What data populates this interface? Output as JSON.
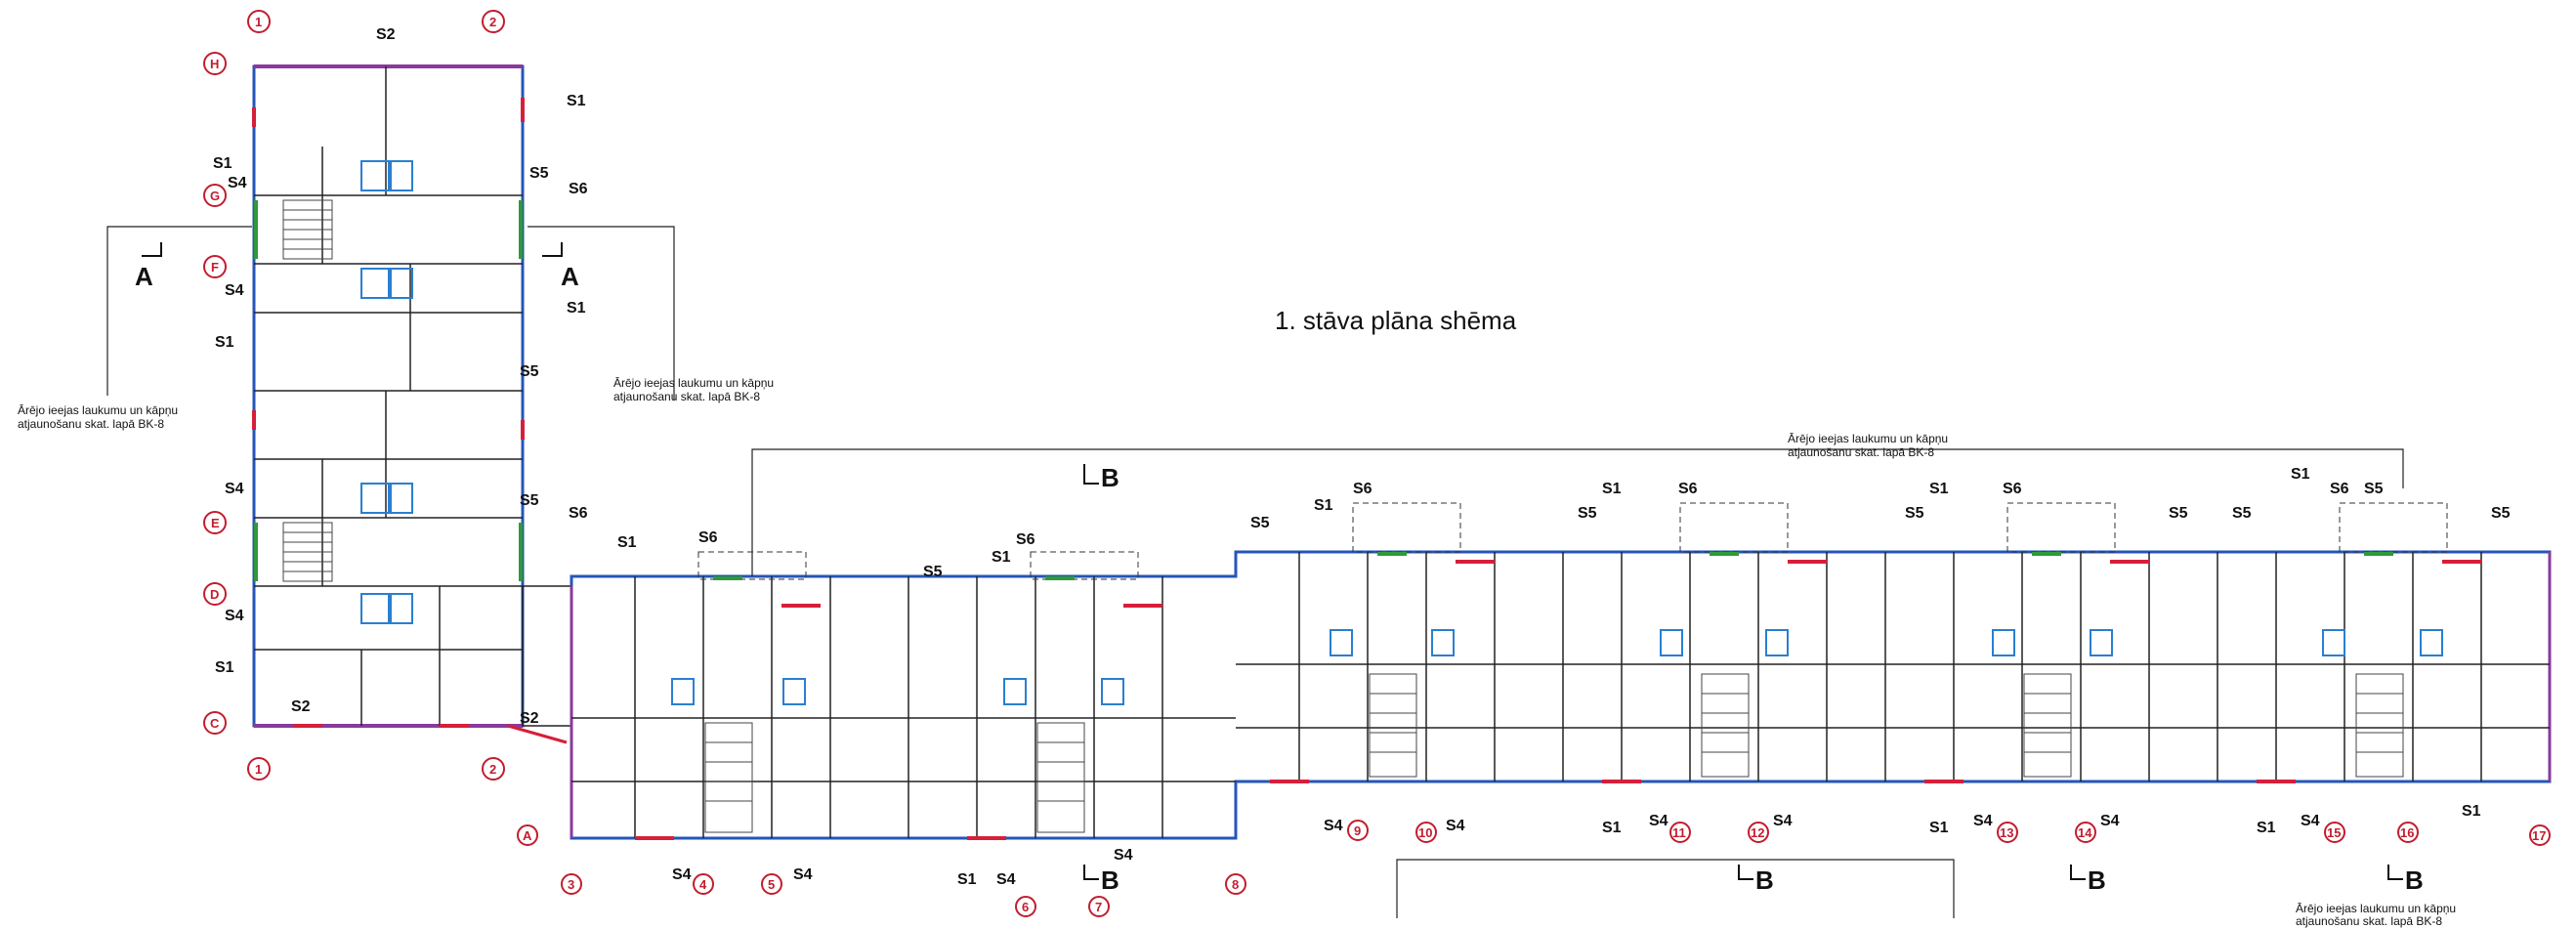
{
  "title": "1. stāva plāna shēma",
  "notes": {
    "left": [
      "Ārējo ieejas laukumu un kāpņu",
      "atjaunošanu skat. lapā BK-8"
    ],
    "center": [
      "Ārējo ieejas laukumu un kāpņu",
      "atjaunošanu skat. lapā BK-8"
    ],
    "top_right": [
      "Ārējo ieejas laukumu un kāpņu",
      "atjaunošanu skat. lapā BK-8"
    ],
    "bottom_right": [
      "Ārējo ieejas laukumu un kāpņu",
      "atjaunošanu skat. lapā BK-8"
    ]
  },
  "axes_left": {
    "numbers": [
      "1",
      "2"
    ],
    "letters": [
      "H",
      "G",
      "F",
      "E",
      "D",
      "C"
    ]
  },
  "axes_bottom": [
    "A",
    "3",
    "4",
    "5",
    "6",
    "7",
    "8",
    "9",
    "10",
    "11",
    "12",
    "13",
    "14",
    "15",
    "16",
    "17"
  ],
  "sections": {
    "A": "A",
    "B": "B"
  },
  "wall_types": [
    "S1",
    "S2",
    "S4",
    "S5",
    "S6"
  ],
  "colors": {
    "outer_wall": "#2456b8",
    "red_wall": "#d61f3a",
    "purple_wall": "#8a3a9c",
    "green": "#2f9a3a",
    "axis": "#c21d2e"
  }
}
